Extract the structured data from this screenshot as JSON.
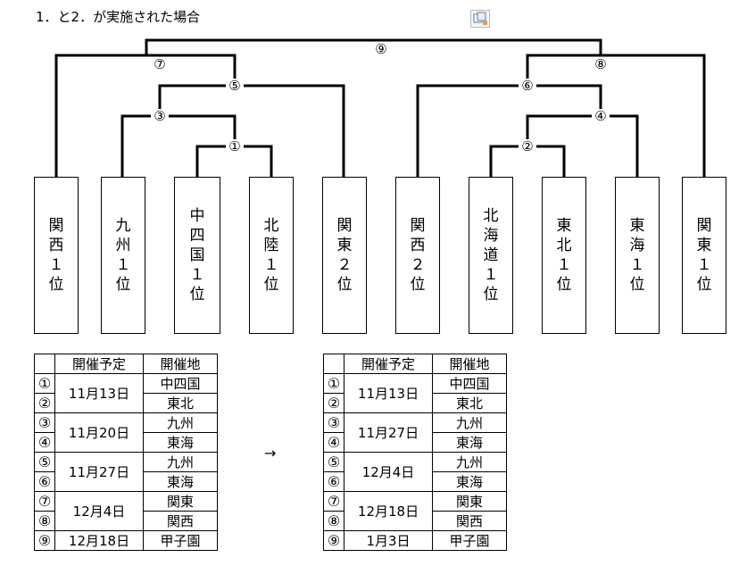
{
  "title": "1．と2．が実施された場合",
  "icons": {
    "paste_options": "paste-options-icon"
  },
  "match_numbers": {
    "m1": "①",
    "m2": "②",
    "m3": "③",
    "m4": "④",
    "m5": "⑤",
    "m6": "⑥",
    "m7": "⑦",
    "m8": "⑧",
    "m9": "⑨"
  },
  "teams": [
    "関西１位",
    "九州１位",
    "中四国１位",
    "北陸１位",
    "関東２位",
    "関西２位",
    "北海道１位",
    "東北１位",
    "東海１位",
    "関東１位"
  ],
  "arrow": "→",
  "table_before": {
    "headers": [
      "",
      "開催予定",
      "開催地"
    ],
    "rows": [
      {
        "num": "①",
        "date": "11月13日",
        "venue": "中四国"
      },
      {
        "num": "②",
        "date": "",
        "venue": "東北"
      },
      {
        "num": "③",
        "date": "11月20日",
        "venue": "九州"
      },
      {
        "num": "④",
        "date": "",
        "venue": "東海"
      },
      {
        "num": "⑤",
        "date": "11月27日",
        "venue": "九州"
      },
      {
        "num": "⑥",
        "date": "",
        "venue": "東海"
      },
      {
        "num": "⑦",
        "date": "12月4日",
        "venue": "関東"
      },
      {
        "num": "⑧",
        "date": "",
        "venue": "関西"
      },
      {
        "num": "⑨",
        "date": "12月18日",
        "venue": "甲子園"
      }
    ]
  },
  "table_after": {
    "headers": [
      "",
      "開催予定",
      "開催地"
    ],
    "rows": [
      {
        "num": "①",
        "date": "11月13日",
        "venue": "中四国"
      },
      {
        "num": "②",
        "date": "",
        "venue": "東北"
      },
      {
        "num": "③",
        "date": "11月27日",
        "venue": "九州"
      },
      {
        "num": "④",
        "date": "",
        "venue": "東海"
      },
      {
        "num": "⑤",
        "date": "12月4日",
        "venue": "九州"
      },
      {
        "num": "⑥",
        "date": "",
        "venue": "東海"
      },
      {
        "num": "⑦",
        "date": "12月18日",
        "venue": "関東"
      },
      {
        "num": "⑧",
        "date": "",
        "venue": "関西"
      },
      {
        "num": "⑨",
        "date": "1月3日",
        "venue": "甲子園"
      }
    ]
  }
}
